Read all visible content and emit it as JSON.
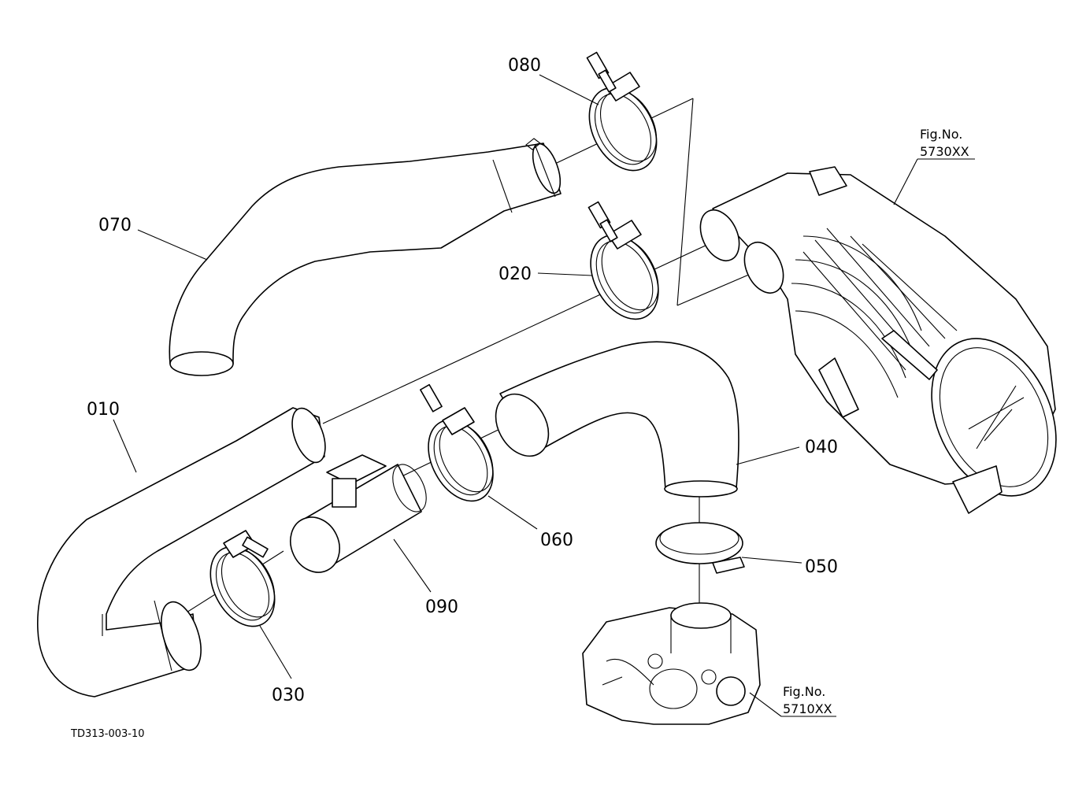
{
  "callouts": {
    "c010": "010",
    "c020": "020",
    "c030": "030",
    "c040": "040",
    "c050": "050",
    "c060": "060",
    "c070": "070",
    "c080": "080",
    "c090": "090"
  },
  "fig_refs": {
    "air_cleaner": {
      "prefix": "Fig.No.",
      "number": "5730XX"
    },
    "throttle_body": {
      "prefix": "Fig.No.",
      "number": "5710XX"
    }
  },
  "drawing_code": "TD313-003-10"
}
